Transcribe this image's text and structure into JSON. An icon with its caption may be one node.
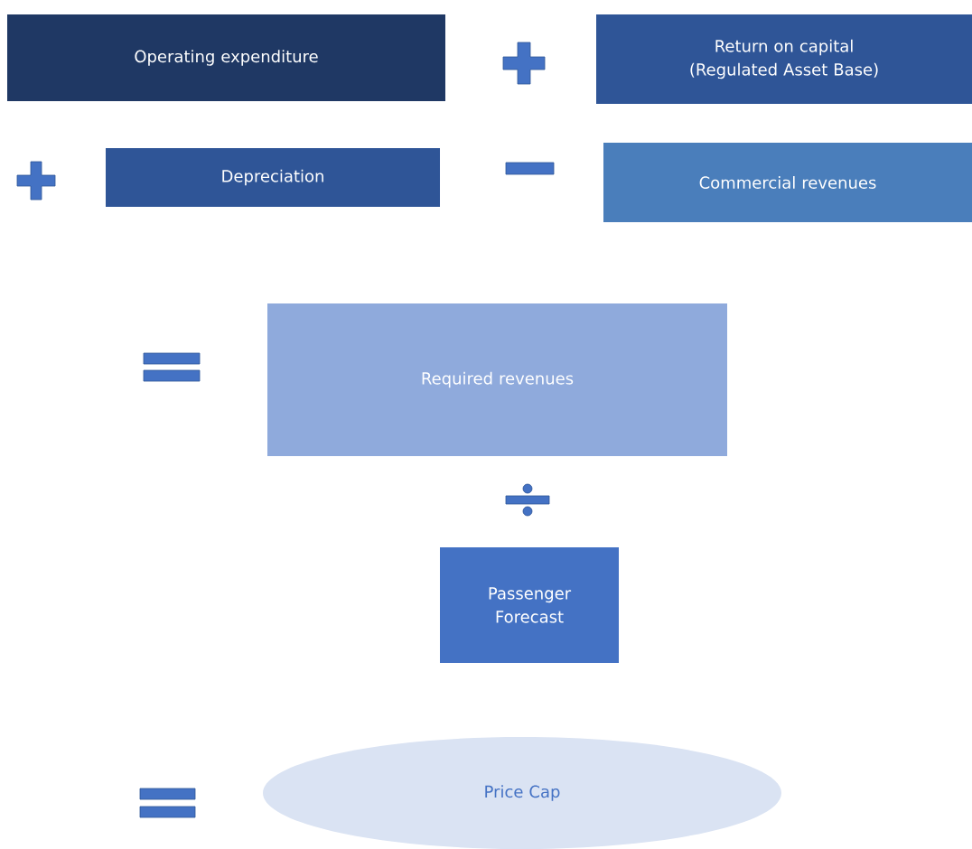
{
  "diagram": {
    "nodes": [
      {
        "text": [
          "Operating expenditure"
        ]
      },
      {
        "text": [
          "Return on capital (Regulated Asset Base)"
        ]
      },
      {
        "text": [
          "Depreciation"
        ]
      },
      {
        "text": [
          "Commercial revenues"
        ]
      },
      {
        "text": [
          "Required revenues"
        ]
      },
      {
        "text": [
          "Passenger Forecast"
        ]
      },
      {
        "text": [
          "Price Cap"
        ]
      }
    ]
  }
}
